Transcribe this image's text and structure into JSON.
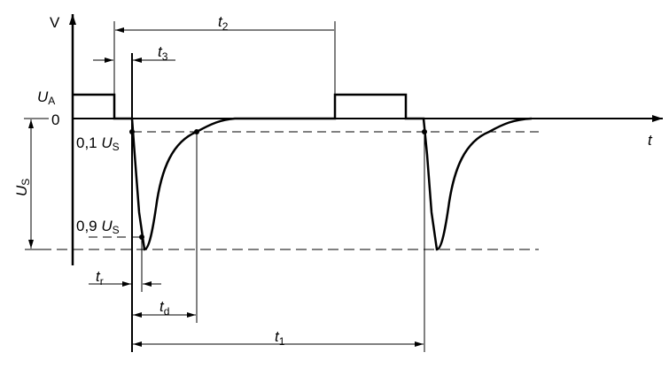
{
  "axes": {
    "y_unit": "V",
    "x_label": "t",
    "zero_label": "0"
  },
  "levels": {
    "ua": {
      "sym": "U",
      "sub": "A"
    },
    "us": {
      "sym": "U",
      "sub": "S"
    },
    "us10": {
      "prefix": "0,1 ",
      "sym": "U",
      "sub": "S"
    },
    "us90": {
      "prefix": "0,9 ",
      "sym": "U",
      "sub": "S"
    }
  },
  "times": {
    "t1": {
      "sym": "t",
      "sub": "1"
    },
    "t2": {
      "sym": "t",
      "sub": "2"
    },
    "t3": {
      "sym": "t",
      "sub": "3"
    },
    "tr": {
      "sym": "t",
      "sub": "r"
    },
    "td": {
      "sym": "t",
      "sub": "d"
    }
  }
}
